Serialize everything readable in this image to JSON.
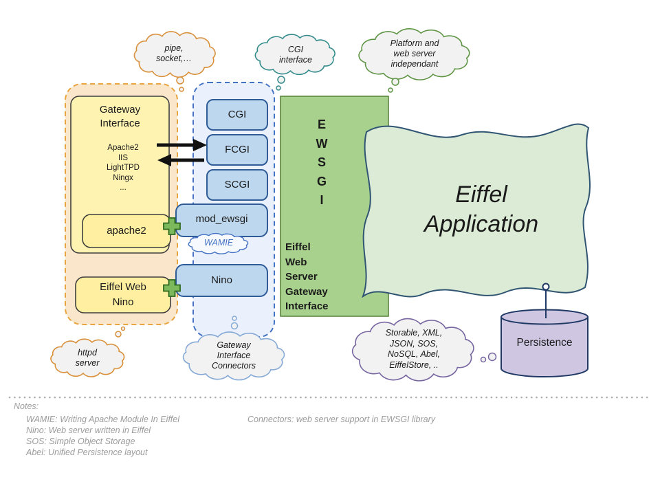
{
  "clouds": {
    "pipe_socket": "pipe,\nsocket,…",
    "cgi_interface": "CGI\ninterface",
    "platform": "Platform and\nweb server\nindependant",
    "httpd": "httpd\nserver",
    "gateway_connectors": "Gateway\nInterface\nConnectors",
    "storable": "Storable, XML,\nJSON, SOS,\nNoSQL, Abel,\nEiffelStore, ..",
    "wamie": "WAMIE"
  },
  "gateway_group": {
    "title": "Gateway\nInterface",
    "server_list": "Apache2\nIIS\nLightTPD\nNingx\n...",
    "apache2_label": "apache2",
    "nino_label": "Eiffel Web\nNino"
  },
  "connector_boxes": {
    "cgi": "CGI",
    "fcgi": "FCGI",
    "scgi": "SCGI",
    "mod_ewsgi": "mod_ewsgi",
    "nino": "Nino"
  },
  "ewsgi": {
    "acronym": "E\nW\nS\nG\nI",
    "full_name": "Eiffel\nWeb\nServer\nGateway\nInterface"
  },
  "application": {
    "title": "Eiffel\nApplication"
  },
  "persistence": {
    "label": "Persistence"
  },
  "notes": {
    "title": "Notes:",
    "lines": [
      "WAMIE: Writing Apache Module In Eiffel",
      "Nino: Web server written in Eiffel",
      "SOS: Simple Object Storage",
      "Abel: Unified Persistence layout"
    ],
    "connectors_note": "Connectors: web server support in EWSGI library"
  },
  "colors": {
    "orange_accent": "#E8A43E",
    "blue_accent": "#4472C4",
    "green_accent": "#538135",
    "teal_accent": "#338A8A",
    "purple_accent": "#7665A0",
    "navy_accent": "#1F3864",
    "yellow_fill": "#FFF3B2",
    "blue_fill": "#BDD7EE",
    "green_fill": "#A9D18E"
  }
}
